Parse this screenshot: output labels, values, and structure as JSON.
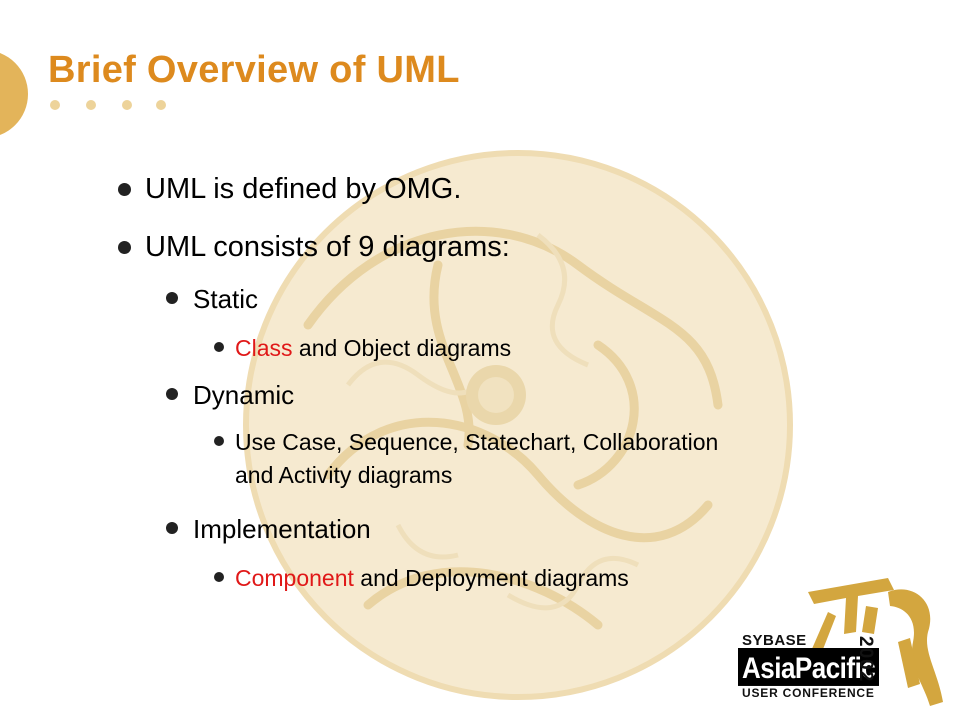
{
  "slide": {
    "title": "Brief Overview of UML",
    "bullets": [
      {
        "text": "UML is defined by OMG."
      },
      {
        "text": "UML consists of 9 diagrams:"
      }
    ],
    "sections": [
      {
        "label": "Static",
        "detail_highlight": "Class",
        "detail_rest": " and Object diagrams"
      },
      {
        "label": "Dynamic",
        "detail_line1": "Use Case, Sequence, Statechart, Collaboration",
        "detail_line2": "and Activity diagrams"
      },
      {
        "label": "Implementation",
        "detail_highlight": "Component",
        "detail_rest": " and Deployment diagrams"
      }
    ]
  },
  "logo": {
    "brand": "SYBASE",
    "name": "AsiaPacific",
    "subtitle": "USER CONFERENCE",
    "year": "2002"
  },
  "colors": {
    "title": "#dd8a1e",
    "accent_circle": "#e3b45a",
    "highlight": "#e01818",
    "medallion": "#f3e3bf"
  }
}
